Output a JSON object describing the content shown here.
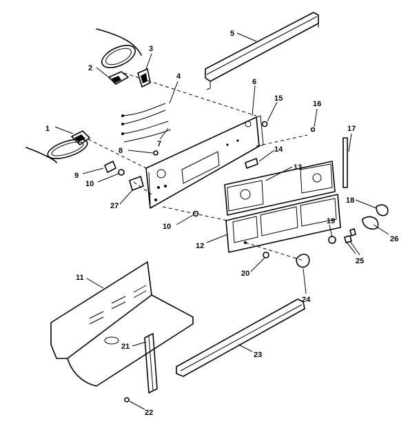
{
  "callouts": [
    {
      "id": "c1",
      "label": "1"
    },
    {
      "id": "c2",
      "label": "2"
    },
    {
      "id": "c3",
      "label": "3"
    },
    {
      "id": "c4",
      "label": "4"
    },
    {
      "id": "c5",
      "label": "5"
    },
    {
      "id": "c6",
      "label": "6"
    },
    {
      "id": "c7",
      "label": "7"
    },
    {
      "id": "c8",
      "label": "8"
    },
    {
      "id": "c9",
      "label": "9"
    },
    {
      "id": "c10a",
      "label": "10"
    },
    {
      "id": "c10b",
      "label": "10"
    },
    {
      "id": "c11",
      "label": "11"
    },
    {
      "id": "c12",
      "label": "12"
    },
    {
      "id": "c13",
      "label": "13"
    },
    {
      "id": "c14",
      "label": "14"
    },
    {
      "id": "c15",
      "label": "15"
    },
    {
      "id": "c16",
      "label": "16"
    },
    {
      "id": "c17",
      "label": "17"
    },
    {
      "id": "c18",
      "label": "18"
    },
    {
      "id": "c19",
      "label": "19"
    },
    {
      "id": "c20",
      "label": "20"
    },
    {
      "id": "c21",
      "label": "21"
    },
    {
      "id": "c22",
      "label": "22"
    },
    {
      "id": "c23",
      "label": "23"
    },
    {
      "id": "c24",
      "label": "24"
    },
    {
      "id": "c25",
      "label": "25"
    },
    {
      "id": "c26",
      "label": "26"
    },
    {
      "id": "c27",
      "label": "27"
    }
  ]
}
